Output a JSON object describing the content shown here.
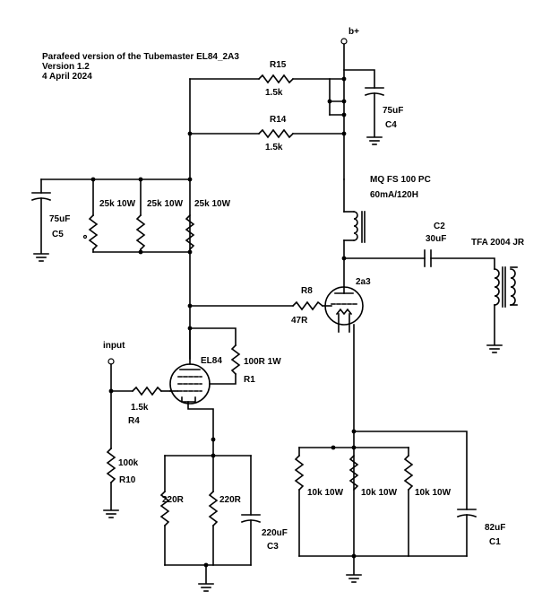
{
  "header": {
    "line1": "Parafeed version of the Tubemaster EL84_2A3",
    "line2": "Version 1.2",
    "line3": "4 April 2024"
  },
  "rails": {
    "b_plus": "b+",
    "input": "input"
  },
  "components": {
    "r15": {
      "name": "R15",
      "value": "1.5k"
    },
    "r14": {
      "name": "R14",
      "value": "1.5k"
    },
    "c4": {
      "name": "C4",
      "value": "75uF"
    },
    "c5": {
      "name": "C5",
      "value": "75uF"
    },
    "r_25k_a": {
      "value": "25k 10W"
    },
    "r_25k_b": {
      "value": "25k 10W"
    },
    "r_25k_c": {
      "value": "25k 10W"
    },
    "choke": {
      "name": "MQ FS 100 PC",
      "value": "60mA/120H"
    },
    "c2": {
      "name": "C2",
      "value": "30uF"
    },
    "transformer": {
      "name": "TFA 2004 JR"
    },
    "r8": {
      "name": "R8",
      "value": "47R"
    },
    "tube_2a3": {
      "name": "2a3"
    },
    "tube_el84": {
      "name": "EL84"
    },
    "r1": {
      "name": "R1",
      "value": "100R 1W"
    },
    "r4": {
      "name": "R4",
      "value": "1.5k"
    },
    "r10": {
      "name": "R10",
      "value": "100k"
    },
    "r_220_a": {
      "value": "220R"
    },
    "r_220_b": {
      "value": "220R"
    },
    "c3": {
      "name": "C3",
      "value": "220uF"
    },
    "r_10k_a": {
      "value": "10k 10W"
    },
    "r_10k_b": {
      "value": "10k 10W"
    },
    "r_10k_c": {
      "value": "10k 10W"
    },
    "c1": {
      "name": "C1",
      "value": "82uF"
    }
  }
}
